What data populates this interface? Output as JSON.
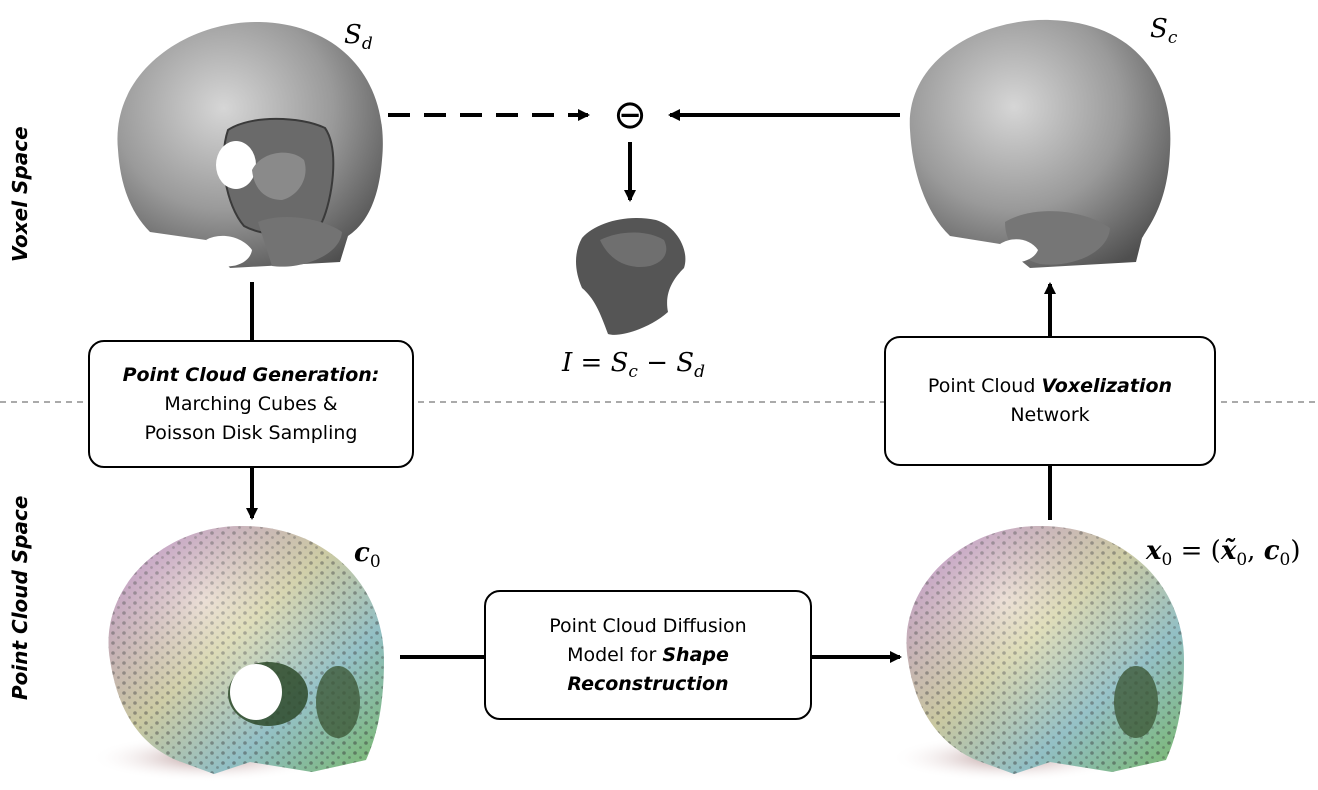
{
  "side_labels": {
    "voxel_space": "Voxel Space",
    "point_cloud_space": "Point Cloud Space"
  },
  "boxes": {
    "generation": {
      "title": "Point Cloud Generation:",
      "line1": "Marching Cubes &",
      "line2": "Poisson Disk Sampling"
    },
    "voxelization": {
      "line1_prefix": "Point Cloud ",
      "line1_bold": "Voxelization",
      "line2": "Network"
    },
    "diffusion": {
      "line1": "Point Cloud Diffusion",
      "line2_prefix": "Model for ",
      "line2_bold": "Shape",
      "line3_bold": "Reconstruction"
    }
  },
  "math": {
    "s_d": {
      "base": "S",
      "sub": "d"
    },
    "s_c": {
      "base": "S",
      "sub": "c"
    },
    "implant": {
      "lhs": "I",
      "eq": " = ",
      "a": "S",
      "a_sub": "c",
      "minus": " − ",
      "b": "S",
      "b_sub": "d"
    },
    "c0": {
      "base": "c",
      "sub": "0"
    },
    "x0": {
      "base": "x",
      "sub": "0",
      "eq": " = (",
      "x_tilde": "x̃",
      "x_tilde_sub": "0",
      "comma": ", ",
      "c": "c",
      "c_sub": "0",
      "close": ")"
    }
  },
  "operator_symbol": "⊖",
  "colors": {
    "skull_gray": "#9a9a9a",
    "implant_gray": "#555555",
    "point_magenta": "#c98bdc",
    "point_yellow": "#e9e7b4",
    "point_cyan": "#a7dfe6",
    "point_green": "#8fd87e"
  }
}
